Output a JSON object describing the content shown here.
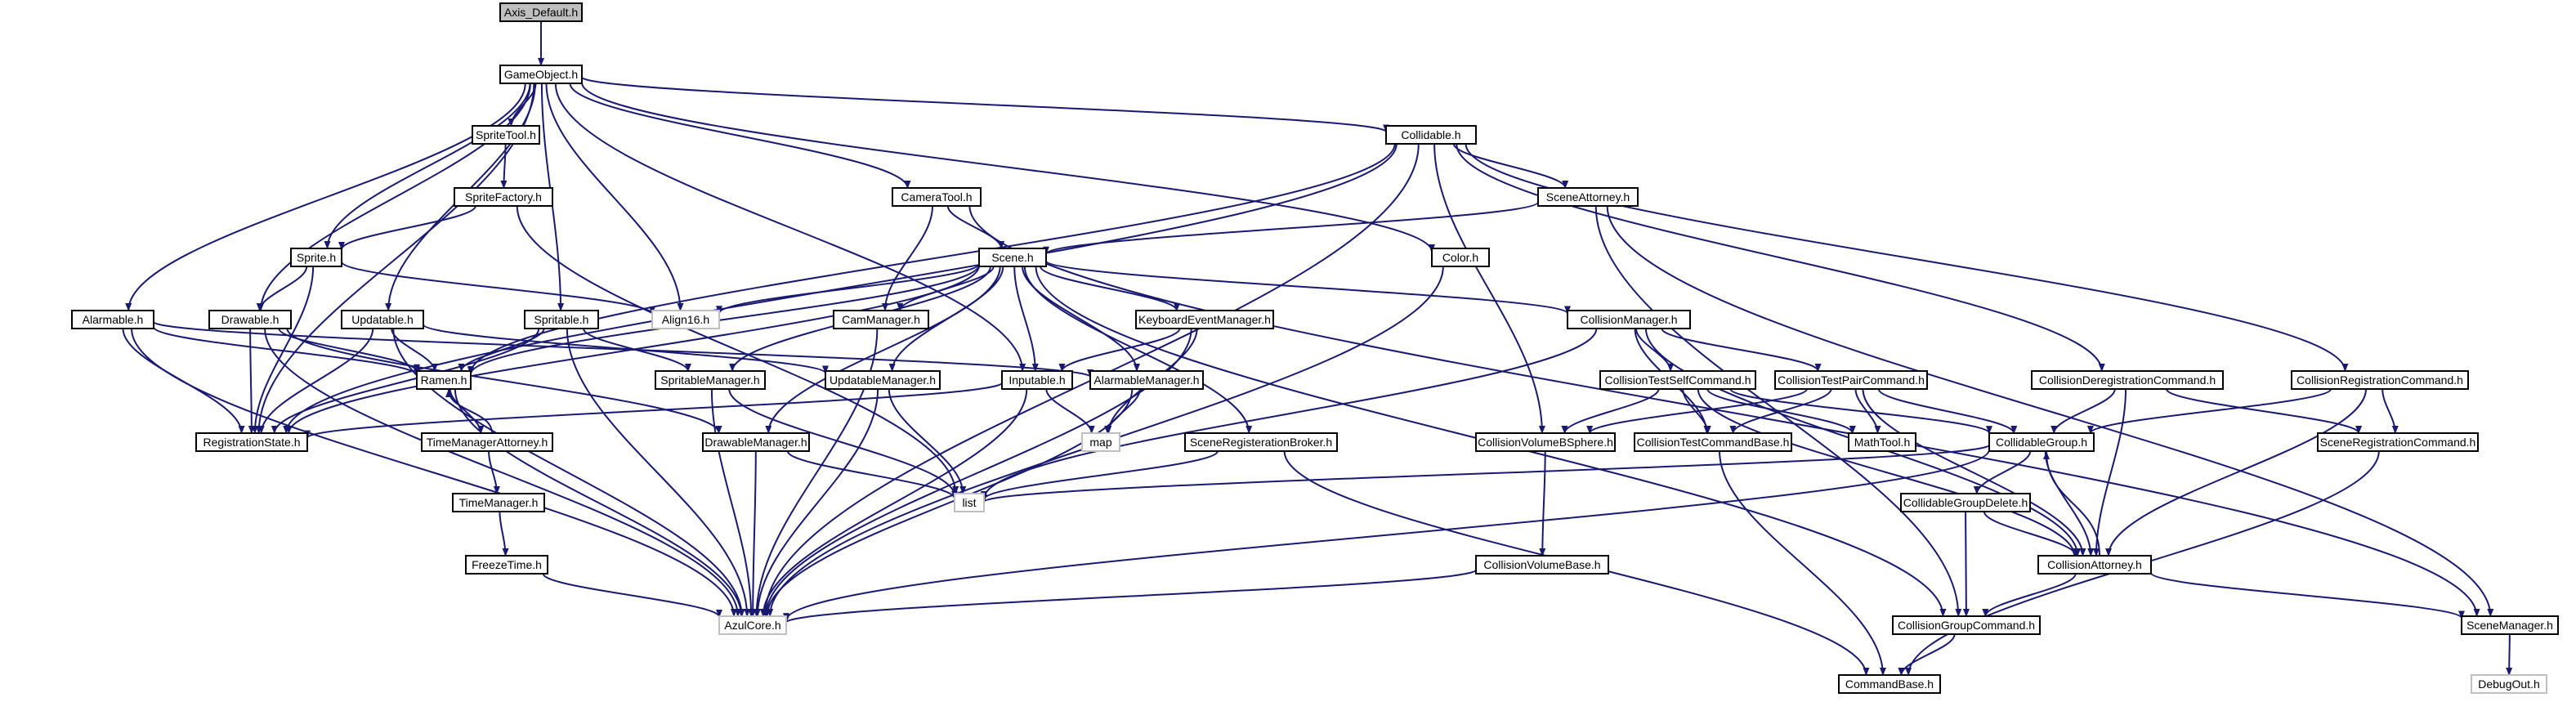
{
  "diagram": {
    "root": "Axis_Default.h",
    "nodes": [
      {
        "id": "axis_default",
        "label": "Axis_Default.h",
        "style": "root"
      },
      {
        "id": "gameobject",
        "label": "GameObject.h",
        "style": "normal"
      },
      {
        "id": "spritetool",
        "label": "SpriteTool.h",
        "style": "normal"
      },
      {
        "id": "spritefactory",
        "label": "SpriteFactory.h",
        "style": "normal"
      },
      {
        "id": "sprite",
        "label": "Sprite.h",
        "style": "normal"
      },
      {
        "id": "collidable",
        "label": "Collidable.h",
        "style": "normal"
      },
      {
        "id": "cameratool",
        "label": "CameraTool.h",
        "style": "normal"
      },
      {
        "id": "sceneattorney",
        "label": "SceneAttorney.h",
        "style": "normal"
      },
      {
        "id": "scene",
        "label": "Scene.h",
        "style": "normal"
      },
      {
        "id": "color",
        "label": "Color.h",
        "style": "normal"
      },
      {
        "id": "alarmable",
        "label": "Alarmable.h",
        "style": "normal"
      },
      {
        "id": "drawable",
        "label": "Drawable.h",
        "style": "normal"
      },
      {
        "id": "updatable",
        "label": "Updatable.h",
        "style": "normal"
      },
      {
        "id": "spritable",
        "label": "Spritable.h",
        "style": "normal"
      },
      {
        "id": "align16",
        "label": "Align16.h",
        "style": "external"
      },
      {
        "id": "cammanager",
        "label": "CamManager.h",
        "style": "normal"
      },
      {
        "id": "keyboardevent",
        "label": "KeyboardEventManager.h",
        "style": "normal"
      },
      {
        "id": "collisionmanager",
        "label": "CollisionManager.h",
        "style": "normal"
      },
      {
        "id": "ramen",
        "label": "Ramen.h",
        "style": "normal"
      },
      {
        "id": "spritablemanager",
        "label": "SpritableManager.h",
        "style": "normal"
      },
      {
        "id": "updatablemanager",
        "label": "UpdatableManager.h",
        "style": "normal"
      },
      {
        "id": "inputable",
        "label": "Inputable.h",
        "style": "normal"
      },
      {
        "id": "alarmablemanager",
        "label": "AlarmableManager.h",
        "style": "normal"
      },
      {
        "id": "collisiontestself",
        "label": "CollisionTestSelfCommand.h",
        "style": "normal"
      },
      {
        "id": "collisiontestpair",
        "label": "CollisionTestPairCommand.h",
        "style": "normal"
      },
      {
        "id": "collisionderegistration",
        "label": "CollisionDeregistrationCommand.h",
        "style": "normal"
      },
      {
        "id": "collisionregistration",
        "label": "CollisionRegistrationCommand.h",
        "style": "normal"
      },
      {
        "id": "registrationstate",
        "label": "RegistrationState.h",
        "style": "normal"
      },
      {
        "id": "timemanagerattorney",
        "label": "TimeManagerAttorney.h",
        "style": "normal"
      },
      {
        "id": "drawablemanager",
        "label": "DrawableManager.h",
        "style": "normal"
      },
      {
        "id": "map",
        "label": "map",
        "style": "external"
      },
      {
        "id": "sceneregbroker",
        "label": "SceneRegisterationBroker.h",
        "style": "normal"
      },
      {
        "id": "collisionvolumebsphere",
        "label": "CollisionVolumeBSphere.h",
        "style": "normal"
      },
      {
        "id": "collisiontestcommandbase",
        "label": "CollisionTestCommandBase.h",
        "style": "normal"
      },
      {
        "id": "mathtool",
        "label": "MathTool.h",
        "style": "normal"
      },
      {
        "id": "collidablegroup",
        "label": "CollidableGroup.h",
        "style": "normal"
      },
      {
        "id": "sceneregistrationcommand",
        "label": "SceneRegistrationCommand.h",
        "style": "normal"
      },
      {
        "id": "list",
        "label": "list",
        "style": "external"
      },
      {
        "id": "timemanager",
        "label": "TimeManager.h",
        "style": "normal"
      },
      {
        "id": "collidablegroupdelete",
        "label": "CollidableGroupDelete.h",
        "style": "normal"
      },
      {
        "id": "freezetime",
        "label": "FreezeTime.h",
        "style": "normal"
      },
      {
        "id": "collisionvolumebase",
        "label": "CollisionVolumeBase.h",
        "style": "normal"
      },
      {
        "id": "collisionattorney",
        "label": "CollisionAttorney.h",
        "style": "normal"
      },
      {
        "id": "azulcore",
        "label": "AzulCore.h",
        "style": "external"
      },
      {
        "id": "collisiongroupcommand",
        "label": "CollisionGroupCommand.h",
        "style": "normal"
      },
      {
        "id": "scenemanager",
        "label": "SceneManager.h",
        "style": "normal"
      },
      {
        "id": "commandbase",
        "label": "CommandBase.h",
        "style": "normal"
      },
      {
        "id": "debugout",
        "label": "DebugOut.h",
        "style": "external"
      }
    ],
    "edges": [
      [
        "axis_default",
        "gameobject"
      ],
      [
        "gameobject",
        "spritetool"
      ],
      [
        "gameobject",
        "collidable"
      ],
      [
        "gameobject",
        "cameratool"
      ],
      [
        "gameobject",
        "sprite"
      ],
      [
        "gameobject",
        "color"
      ],
      [
        "gameobject",
        "alarmable"
      ],
      [
        "gameobject",
        "drawable"
      ],
      [
        "gameobject",
        "updatable"
      ],
      [
        "gameobject",
        "spritable"
      ],
      [
        "gameobject",
        "align16"
      ],
      [
        "gameobject",
        "registrationstate"
      ],
      [
        "gameobject",
        "inputable"
      ],
      [
        "spritetool",
        "spritefactory"
      ],
      [
        "spritefactory",
        "sprite"
      ],
      [
        "spritefactory",
        "list"
      ],
      [
        "sprite",
        "drawable"
      ],
      [
        "sprite",
        "registrationstate"
      ],
      [
        "sprite",
        "align16"
      ],
      [
        "collidable",
        "sceneattorney"
      ],
      [
        "collidable",
        "ramen"
      ],
      [
        "collidable",
        "registrationstate"
      ],
      [
        "collidable",
        "collisionvolumebsphere"
      ],
      [
        "collidable",
        "collisionderegistration"
      ],
      [
        "collidable",
        "collisionregistration"
      ],
      [
        "collidable",
        "azulcore"
      ],
      [
        "cameratool",
        "scene"
      ],
      [
        "cameratool",
        "cammanager"
      ],
      [
        "cameratool",
        "scenemanager"
      ],
      [
        "sceneattorney",
        "scene"
      ],
      [
        "sceneattorney",
        "scenemanager"
      ],
      [
        "sceneattorney",
        "collisiongroupcommand"
      ],
      [
        "scene",
        "align16"
      ],
      [
        "scene",
        "cammanager"
      ],
      [
        "scene",
        "keyboardevent"
      ],
      [
        "scene",
        "collisionmanager"
      ],
      [
        "scene",
        "ramen"
      ],
      [
        "scene",
        "spritablemanager"
      ],
      [
        "scene",
        "updatablemanager"
      ],
      [
        "scene",
        "inputable"
      ],
      [
        "scene",
        "alarmablemanager"
      ],
      [
        "scene",
        "drawablemanager"
      ],
      [
        "scene",
        "sceneregbroker"
      ],
      [
        "scene",
        "registrationstate"
      ],
      [
        "scene",
        "collisiongroupcommand"
      ],
      [
        "color",
        "azulcore"
      ],
      [
        "alarmable",
        "ramen"
      ],
      [
        "alarmable",
        "registrationstate"
      ],
      [
        "alarmable",
        "alarmablemanager"
      ],
      [
        "alarmable",
        "azulcore"
      ],
      [
        "drawable",
        "ramen"
      ],
      [
        "drawable",
        "registrationstate"
      ],
      [
        "drawable",
        "drawablemanager"
      ],
      [
        "drawable",
        "azulcore"
      ],
      [
        "updatable",
        "ramen"
      ],
      [
        "updatable",
        "registrationstate"
      ],
      [
        "updatable",
        "updatablemanager"
      ],
      [
        "updatable",
        "azulcore"
      ],
      [
        "spritable",
        "ramen"
      ],
      [
        "spritable",
        "registrationstate"
      ],
      [
        "spritable",
        "spritablemanager"
      ],
      [
        "spritable",
        "azulcore"
      ],
      [
        "cammanager",
        "azulcore"
      ],
      [
        "keyboardevent",
        "inputable"
      ],
      [
        "keyboardevent",
        "map"
      ],
      [
        "keyboardevent",
        "azulcore"
      ],
      [
        "collisionmanager",
        "collisiontestself"
      ],
      [
        "collisionmanager",
        "collisiontestpair"
      ],
      [
        "collisionmanager",
        "collisiontestcommandbase"
      ],
      [
        "collisionmanager",
        "list"
      ],
      [
        "collisionmanager",
        "collisionattorney"
      ],
      [
        "ramen",
        "timemanagerattorney"
      ],
      [
        "ramen",
        "azulcore"
      ],
      [
        "spritablemanager",
        "list"
      ],
      [
        "spritablemanager",
        "azulcore"
      ],
      [
        "updatablemanager",
        "list"
      ],
      [
        "updatablemanager",
        "azulcore"
      ],
      [
        "inputable",
        "registrationstate"
      ],
      [
        "inputable",
        "map"
      ],
      [
        "inputable",
        "azulcore"
      ],
      [
        "alarmablemanager",
        "map"
      ],
      [
        "alarmablemanager",
        "azulcore"
      ],
      [
        "collisiontestself",
        "collisionvolumebsphere"
      ],
      [
        "collisiontestself",
        "collisiontestcommandbase"
      ],
      [
        "collisiontestself",
        "mathtool"
      ],
      [
        "collisiontestself",
        "collidablegroup"
      ],
      [
        "collisiontestself",
        "collisionattorney"
      ],
      [
        "collisiontestpair",
        "collisionvolumebsphere"
      ],
      [
        "collisiontestpair",
        "collisiontestcommandbase"
      ],
      [
        "collisiontestpair",
        "mathtool"
      ],
      [
        "collisiontestpair",
        "collidablegroup"
      ],
      [
        "collisiontestpair",
        "collisionattorney"
      ],
      [
        "collisionderegistration",
        "collidablegroup"
      ],
      [
        "collisionderegistration",
        "sceneregistrationcommand"
      ],
      [
        "collisionderegistration",
        "collisionattorney"
      ],
      [
        "collisionregistration",
        "collidablegroup"
      ],
      [
        "collisionregistration",
        "sceneregistrationcommand"
      ],
      [
        "collisionregistration",
        "collisionattorney"
      ],
      [
        "timemanagerattorney",
        "ramen"
      ],
      [
        "timemanagerattorney",
        "timemanager"
      ],
      [
        "drawablemanager",
        "list"
      ],
      [
        "drawablemanager",
        "azulcore"
      ],
      [
        "sceneregbroker",
        "list"
      ],
      [
        "sceneregbroker",
        "commandbase"
      ],
      [
        "collisionvolumebsphere",
        "collisionvolumebase"
      ],
      [
        "collisiontestcommandbase",
        "commandbase"
      ],
      [
        "collidablegroup",
        "list"
      ],
      [
        "collidablegroup",
        "collidablegroupdelete"
      ],
      [
        "collidablegroup",
        "collisionattorney"
      ],
      [
        "collidablegroup",
        "azulcore"
      ],
      [
        "sceneregistrationcommand",
        "commandbase"
      ],
      [
        "timemanager",
        "freezetime"
      ],
      [
        "freezetime",
        "azulcore"
      ],
      [
        "collidablegroupdelete",
        "collisionattorney"
      ],
      [
        "collidablegroupdelete",
        "collisiongroupcommand"
      ],
      [
        "collisionvolumebase",
        "azulcore"
      ],
      [
        "collisionattorney",
        "collidablegroup"
      ],
      [
        "collisionattorney",
        "collisiongroupcommand"
      ],
      [
        "collisionattorney",
        "scenemanager"
      ],
      [
        "collisiongroupcommand",
        "commandbase"
      ],
      [
        "scenemanager",
        "debugout"
      ]
    ],
    "colors": {
      "edge": "#191970",
      "normal_border": "#000000",
      "normal_fill": "#ffffff",
      "external_border": "#bfbfbf",
      "root_fill": "#bfbfbf"
    }
  }
}
